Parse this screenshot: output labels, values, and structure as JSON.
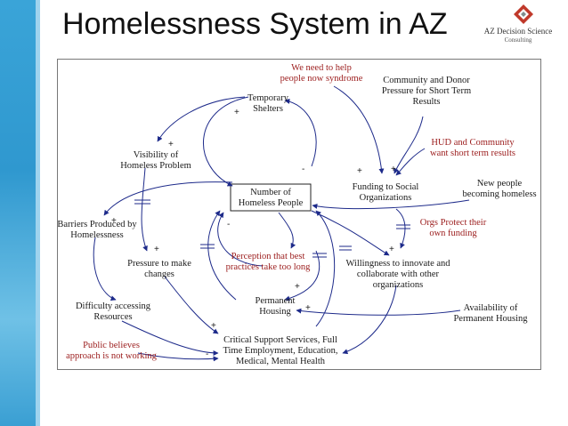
{
  "slide": {
    "title": "Homelessness System in AZ"
  },
  "logo": {
    "icon": "az-diamond-logo-icon",
    "name": "AZ Decision Science",
    "sub": "Consulting",
    "color": "#c0392b"
  },
  "colors": {
    "link": "#1d2a8a",
    "red_text": "#9b1c1c",
    "sidebar": "#3aa4d8"
  },
  "diagram": {
    "nodes": {
      "temporary_shelters": [
        "Temporary",
        "Shelters"
      ],
      "we_need_to_help": [
        "We need to help",
        "people now syndrome"
      ],
      "community_pressure": [
        "Community and Donor",
        "Pressure for Short Term",
        "Results"
      ],
      "visibility": [
        "Visibility of",
        "Homeless Problem"
      ],
      "hud_community": [
        "HUD and Community",
        "want short term results"
      ],
      "number_homeless": [
        "Number of",
        "Homeless People"
      ],
      "funding": [
        "Funding to Social",
        "Organizations"
      ],
      "new_people": [
        "New people",
        "becoming homeless"
      ],
      "barriers": [
        "Barriers Produced by",
        "Homelessness"
      ],
      "orgs_protect": [
        "Orgs Protect their",
        "own funding"
      ],
      "pressure_changes": [
        "Pressure to make",
        "changes"
      ],
      "perception": [
        "Perception that best",
        "practices take too long"
      ],
      "willingness": [
        "Willingness to innovate and",
        "collaborate with other",
        "organizations"
      ],
      "difficulty": [
        "Difficulty accessing",
        "Resources"
      ],
      "permanent_housing": [
        "Permanent",
        "Housing"
      ],
      "availability": [
        "Availability of",
        "Permanent Housing"
      ],
      "public_believes": [
        "Public believes",
        "approach is not working"
      ],
      "critical_support": [
        "Critical Support Services, Full",
        "Time Employment, Education,",
        "Medical, Mental Health"
      ]
    },
    "signs": {
      "plus": "+",
      "minus": "-"
    }
  }
}
